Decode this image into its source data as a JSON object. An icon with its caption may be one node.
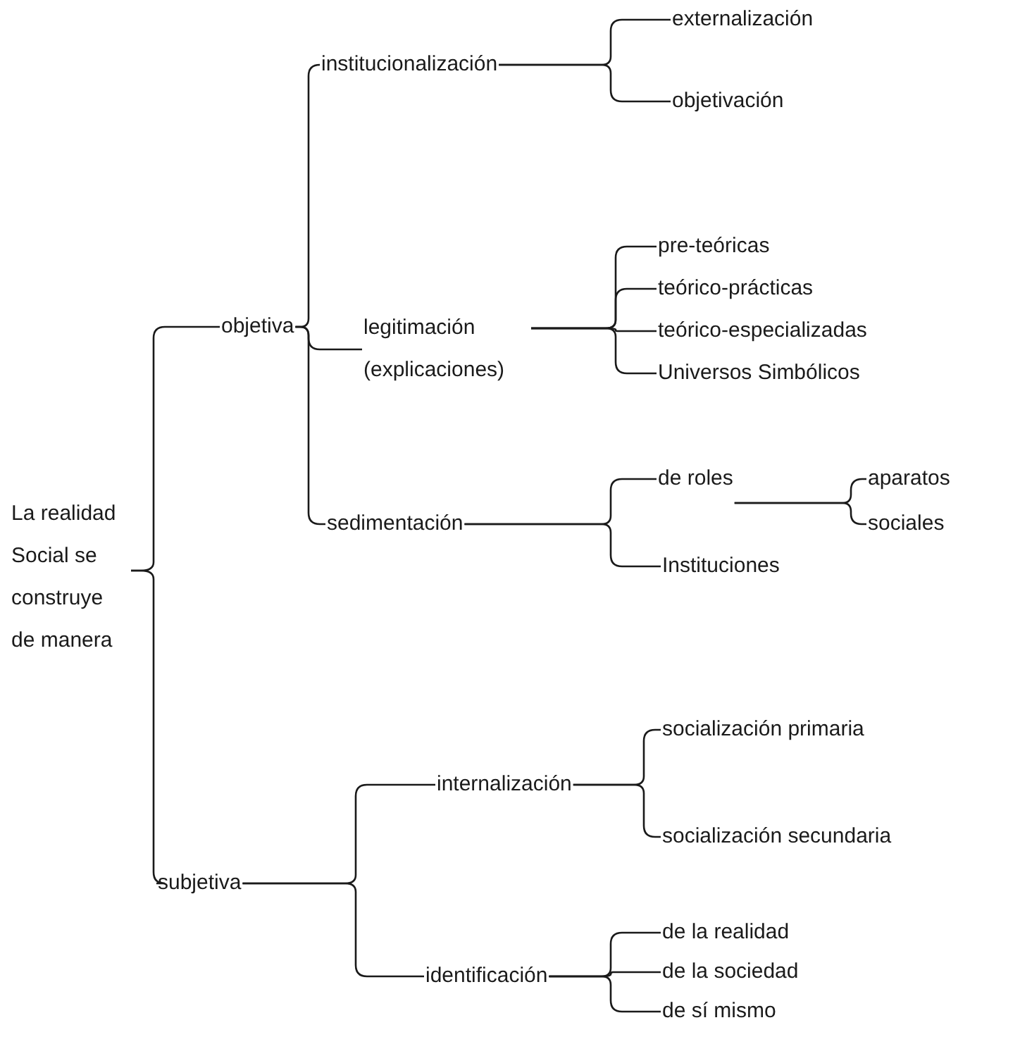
{
  "diagram": {
    "nodes": [
      {
        "text": [
          "La realidad Social se construye de manera"
        ]
      },
      {
        "text": [
          "objetiva"
        ]
      },
      {
        "text": [
          "institucionalización"
        ]
      },
      {
        "text": [
          "externalización"
        ]
      },
      {
        "text": [
          "objetivación"
        ]
      },
      {
        "text": [
          "legitimación (explicaciones)"
        ]
      },
      {
        "text": [
          "pre-teóricas"
        ]
      },
      {
        "text": [
          "teórico-prácticas"
        ]
      },
      {
        "text": [
          "teórico-especializadas"
        ]
      },
      {
        "text": [
          "Universos Simbólicos"
        ]
      },
      {
        "text": [
          "sedimentación"
        ]
      },
      {
        "text": [
          "de roles"
        ]
      },
      {
        "text": [
          "aparatos"
        ]
      },
      {
        "text": [
          "sociales"
        ]
      },
      {
        "text": [
          "Instituciones"
        ]
      },
      {
        "text": [
          "subjetiva"
        ]
      },
      {
        "text": [
          "internalización"
        ]
      },
      {
        "text": [
          "socialización primaria"
        ]
      },
      {
        "text": [
          "socialización secundaria"
        ]
      },
      {
        "text": [
          "identificación"
        ]
      },
      {
        "text": [
          "de la realidad"
        ]
      },
      {
        "text": [
          "de la sociedad"
        ]
      },
      {
        "text": [
          "de sí mismo"
        ]
      }
    ],
    "edges": [
      {
        "from": 0,
        "to": 1,
        "arrow": "none"
      },
      {
        "from": 0,
        "to": 15,
        "arrow": "none"
      },
      {
        "from": 1,
        "to": 2,
        "arrow": "none"
      },
      {
        "from": 1,
        "to": 5,
        "arrow": "none"
      },
      {
        "from": 1,
        "to": 10,
        "arrow": "none"
      },
      {
        "from": 2,
        "to": 3,
        "arrow": "none"
      },
      {
        "from": 2,
        "to": 4,
        "arrow": "none"
      },
      {
        "from": 5,
        "to": 6,
        "arrow": "none"
      },
      {
        "from": 5,
        "to": 7,
        "arrow": "none"
      },
      {
        "from": 5,
        "to": 8,
        "arrow": "none"
      },
      {
        "from": 5,
        "to": 9,
        "arrow": "none"
      },
      {
        "from": 10,
        "to": 11,
        "arrow": "none"
      },
      {
        "from": 10,
        "to": 14,
        "arrow": "none"
      },
      {
        "from": 11,
        "to": 12,
        "arrow": "none"
      },
      {
        "from": 11,
        "to": 13,
        "arrow": "none"
      },
      {
        "from": 15,
        "to": 16,
        "arrow": "none"
      },
      {
        "from": 15,
        "to": 19,
        "arrow": "none"
      },
      {
        "from": 16,
        "to": 17,
        "arrow": "none"
      },
      {
        "from": 16,
        "to": 18,
        "arrow": "none"
      },
      {
        "from": 19,
        "to": 20,
        "arrow": "none"
      },
      {
        "from": 19,
        "to": 21,
        "arrow": "none"
      },
      {
        "from": 19,
        "to": 22,
        "arrow": "none"
      }
    ]
  }
}
